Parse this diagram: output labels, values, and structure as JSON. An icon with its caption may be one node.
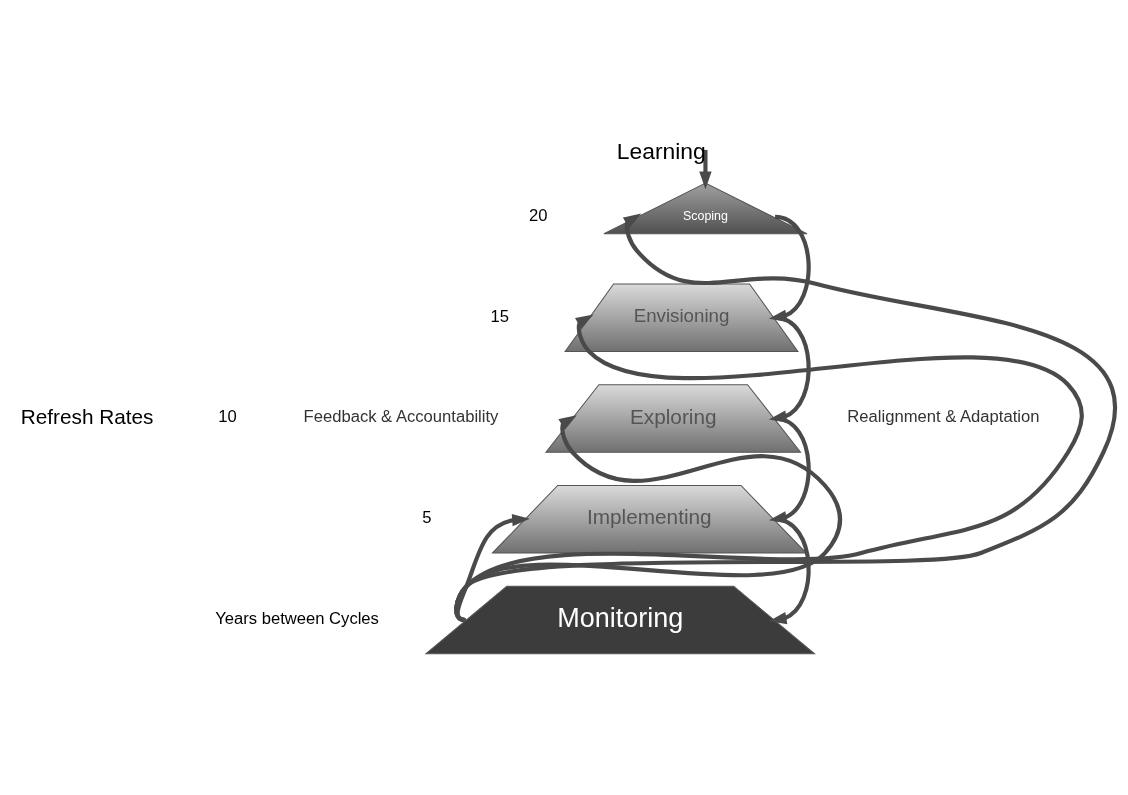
{
  "diagram": {
    "nodes": [
      {
        "text": [
          "Scoping"
        ]
      },
      {
        "text": [
          "Envisioning"
        ]
      },
      {
        "text": [
          "Exploring"
        ]
      },
      {
        "text": [
          "Implementing"
        ]
      },
      {
        "text": [
          "Monitoring"
        ]
      }
    ],
    "edges": [
      {
        "from": null,
        "to": 0,
        "arrow": "to",
        "label": "Learning"
      },
      {
        "from": 0,
        "to": 1,
        "arrow": "to"
      },
      {
        "from": 1,
        "to": 2,
        "arrow": "to"
      },
      {
        "from": 2,
        "to": 3,
        "arrow": "to"
      },
      {
        "from": 3,
        "to": 4,
        "arrow": "to"
      },
      {
        "from": 4,
        "to": 0,
        "arrow": "to"
      },
      {
        "from": 4,
        "to": 1,
        "arrow": "to"
      },
      {
        "from": 4,
        "to": 2,
        "arrow": "to"
      },
      {
        "from": 4,
        "to": 3,
        "arrow": "to"
      }
    ],
    "labels": [
      "20",
      "15",
      "10",
      "5",
      "Refresh Rates",
      "Years between Cycles",
      "Feedback & Accountability",
      "Realignment & Adaptation"
    ]
  }
}
